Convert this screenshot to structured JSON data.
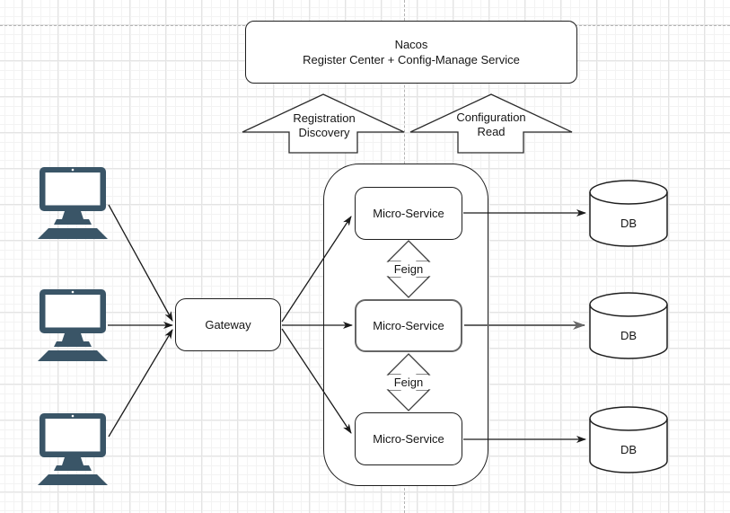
{
  "diagram": {
    "nacos": {
      "title": "Nacos",
      "subtitle": "Register Center + Config-Manage Service"
    },
    "up_arrows": [
      {
        "line1": "Registration",
        "line2": "Discovery"
      },
      {
        "line1": "Configuration",
        "line2": "Read"
      }
    ],
    "gateway": {
      "label": "Gateway"
    },
    "services": [
      {
        "label": "Micro-Service"
      },
      {
        "label": "Micro-Service"
      },
      {
        "label": "Micro-Service"
      }
    ],
    "feign_links": [
      {
        "label": "Feign"
      },
      {
        "label": "Feign"
      }
    ],
    "databases": [
      {
        "label": "DB"
      },
      {
        "label": "DB"
      },
      {
        "label": "DB"
      }
    ],
    "clients": [
      {
        "icon": "workstation-icon"
      },
      {
        "icon": "workstation-icon"
      },
      {
        "icon": "workstation-icon"
      }
    ]
  },
  "colors": {
    "workstation": "#3a5567",
    "edge": "#1a1a1a",
    "edge_highlight": "#666666",
    "shape_stroke": "#2b2b2b",
    "guide": "#b4b4b4",
    "grid_minor": "#f3f3f3",
    "grid_major": "#e4e4e4"
  }
}
